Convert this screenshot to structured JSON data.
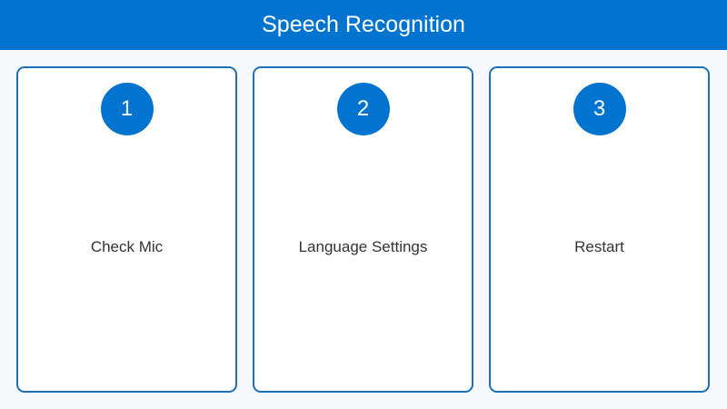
{
  "header": {
    "title": "Speech Recognition"
  },
  "colors": {
    "accent": "#0274d0",
    "card_border": "#1d6fb3",
    "background": "#f5f9fd"
  },
  "steps": [
    {
      "number": "1",
      "label": "Check Mic"
    },
    {
      "number": "2",
      "label": "Language Settings"
    },
    {
      "number": "3",
      "label": "Restart"
    }
  ]
}
